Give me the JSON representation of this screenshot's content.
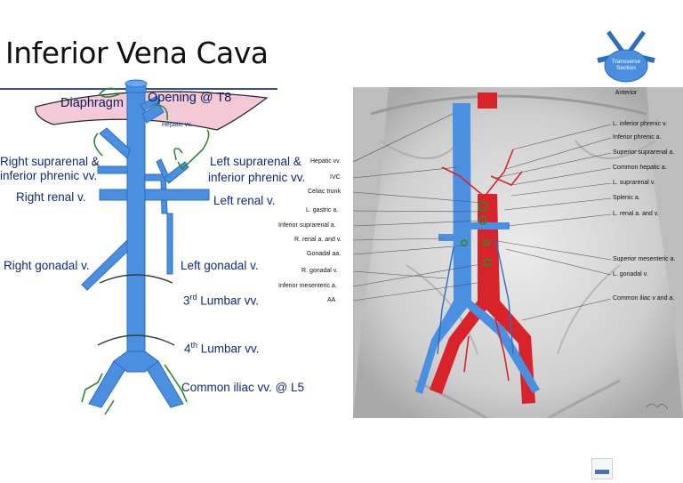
{
  "title": "Inferior Vena Cava",
  "schematic": {
    "diaphragm": "Diaphragm",
    "opening": "Opening @ T8",
    "hepatic_small": "Hepatic vv.",
    "right_suprarenal_1": "Right suprarenal &",
    "right_suprarenal_2": "inferior phrenic vv.",
    "left_suprarenal_1": "Left suprarenal &",
    "left_suprarenal_2": "inferior phrenic vv.",
    "right_renal": "Right renal v.",
    "left_renal": "Left renal v.",
    "right_gonadal": "Right gonadal v.",
    "left_gonadal": "Left gonadal v.",
    "lumbar3_num": "3",
    "lumbar3_sup": "rd",
    "lumbar3_text": " Lumbar vv.",
    "lumbar4_num": "4",
    "lumbar4_sup": "th",
    "lumbar4_text": " Lumbar vv.",
    "common_iliac": "Common iliac vv. @ L5"
  },
  "orientation": {
    "section": "Transverse Section",
    "anterior": "Anterior"
  },
  "illustration": {
    "left_labels": [
      "Hepatic vv.",
      "IVC",
      "Celiac trunk",
      "L. gastric a.",
      "Inferior suprarenal a.",
      "R. renal a. and v.",
      "Gonadal aa.",
      "R. gonadal v.",
      "Inferior mesenteric a.",
      "AA"
    ],
    "right_labels": [
      "L. inferior phrenic v.",
      "Inferior phrenic a.",
      "Superior suprarenal a.",
      "Common hepatic a.",
      "L. suprarenal v.",
      "Splenic a.",
      "L. renal a. and v.",
      "Superior mesenteric a.",
      "L. gonadal v.",
      "Common iliac v and a."
    ]
  },
  "colors": {
    "vein": "#4a8fe0",
    "artery": "#d8232a",
    "label_text": "#0f2a7a",
    "diaphragm_fill": "#f3c9d8",
    "annotation_green": "#2f8a2f"
  }
}
